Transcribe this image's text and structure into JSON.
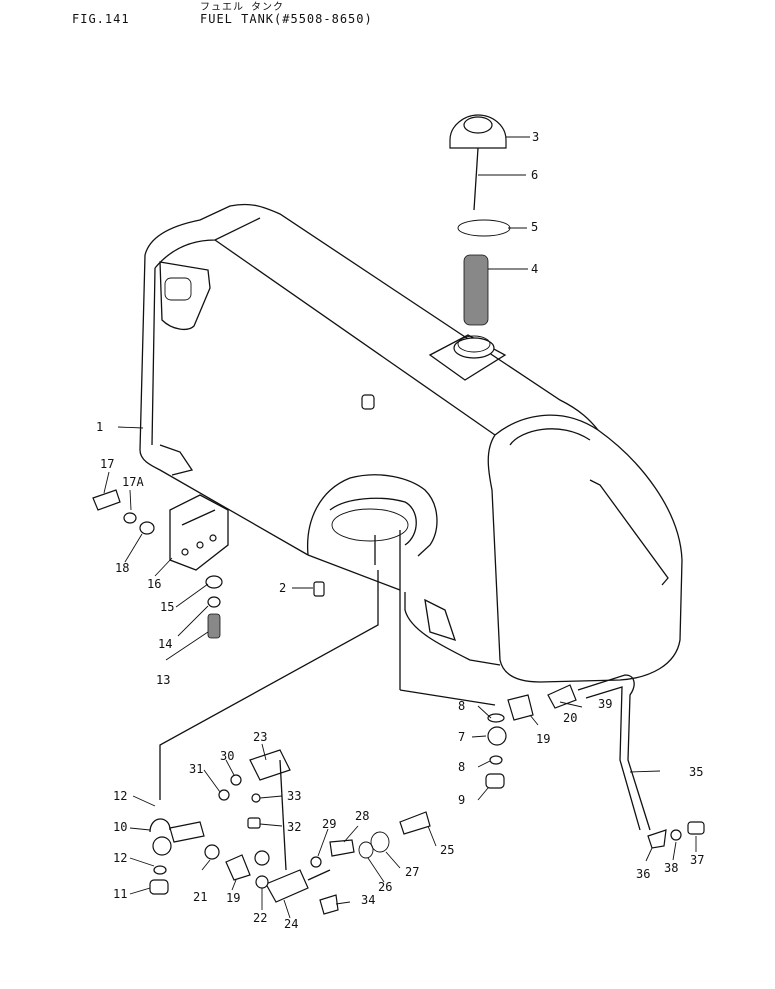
{
  "header": {
    "figure_number": "FIG.141",
    "title_japanese": "フュエル タンク",
    "title": "FUEL TANK(#5508-8650)"
  },
  "callouts": [
    "1",
    "2",
    "3",
    "4",
    "5",
    "6",
    "7",
    "8",
    "8",
    "9",
    "10",
    "11",
    "12",
    "12",
    "13",
    "14",
    "15",
    "16",
    "17",
    "17A",
    "18",
    "19",
    "19",
    "20",
    "21",
    "22",
    "23",
    "24",
    "25",
    "26",
    "27",
    "28",
    "29",
    "30",
    "31",
    "32",
    "33",
    "34",
    "35",
    "36",
    "37",
    "38",
    "39"
  ]
}
